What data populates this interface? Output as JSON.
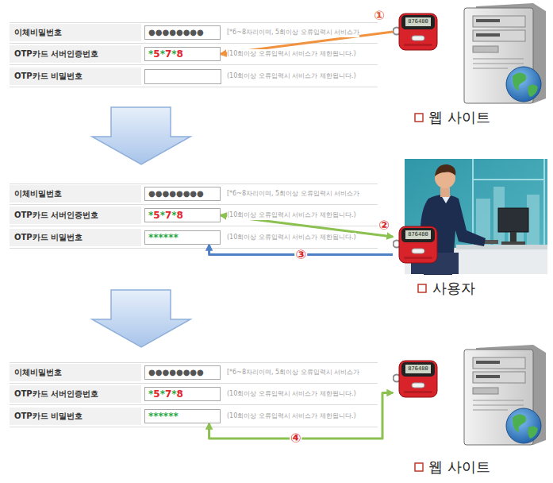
{
  "diagram": {
    "nodes": [
      {
        "text": [
          "이체비밀번호"
        ]
      },
      {
        "text": [
          "●●●●●●●●"
        ]
      },
      {
        "text": [
          "OTP카드 서버인증번호"
        ]
      },
      {
        "text": [
          "*5*7*8"
        ]
      },
      {
        "text": [
          "OTP카드 비밀번호"
        ]
      },
      {
        "text": [
          "876480"
        ]
      },
      {
        "text": [
          "이체비밀번호"
        ]
      },
      {
        "text": [
          "●●●●●●●●"
        ]
      },
      {
        "text": [
          "OTP카드 서버인증번호"
        ]
      },
      {
        "text": [
          "*5*7*8"
        ]
      },
      {
        "text": [
          "OTP카드 비밀번호"
        ]
      },
      {
        "text": [
          "******"
        ]
      },
      {
        "text": [
          "876480"
        ]
      },
      {
        "text": [
          "이체비밀번호"
        ]
      },
      {
        "text": [
          "●●●●●●●●"
        ]
      },
      {
        "text": [
          "OTP카드 서버인증번호"
        ]
      },
      {
        "text": [
          "*5*7*8"
        ]
      },
      {
        "text": [
          "OTP카드 비밀번호"
        ]
      },
      {
        "text": [
          "******"
        ]
      },
      {
        "text": [
          "876480"
        ]
      }
    ],
    "edges": [
      {
        "from": 5,
        "to": 3,
        "label": "①",
        "arrow": "to"
      },
      {
        "from": 12,
        "to": 9,
        "label": "②",
        "arrow": "both"
      },
      {
        "from": 12,
        "to": 11,
        "label": "③",
        "arrow": "to"
      },
      {
        "from": 19,
        "to": 18,
        "label": "④",
        "arrow": "both"
      }
    ],
    "labels": [
      "[*6~8자리이며, 5회이상 오류입력시 서비스가",
      "(10회이상 오류입력시 서비스가 제한됩니다.)",
      "(10회이상 오류입력시 서비스가 제한됩니다.)",
      "웹 사이트",
      "[*6~8자리이며, 5회이상 오류입력시 서비스가",
      "(10회이상 오류입력시 서비스가 제한됩니다.)",
      "(10회이상 오류입력시 서비스가 제한됩니다.)",
      "사용자",
      "[*6~8자리이며, 5회이상 오류입력시 서비스가",
      "(10회이상 오류입력시 서비스가 제한됩니다.)",
      "(10회이상 오류입력시 서비스가 제한됩니다.)",
      "웹 사이트"
    ]
  }
}
